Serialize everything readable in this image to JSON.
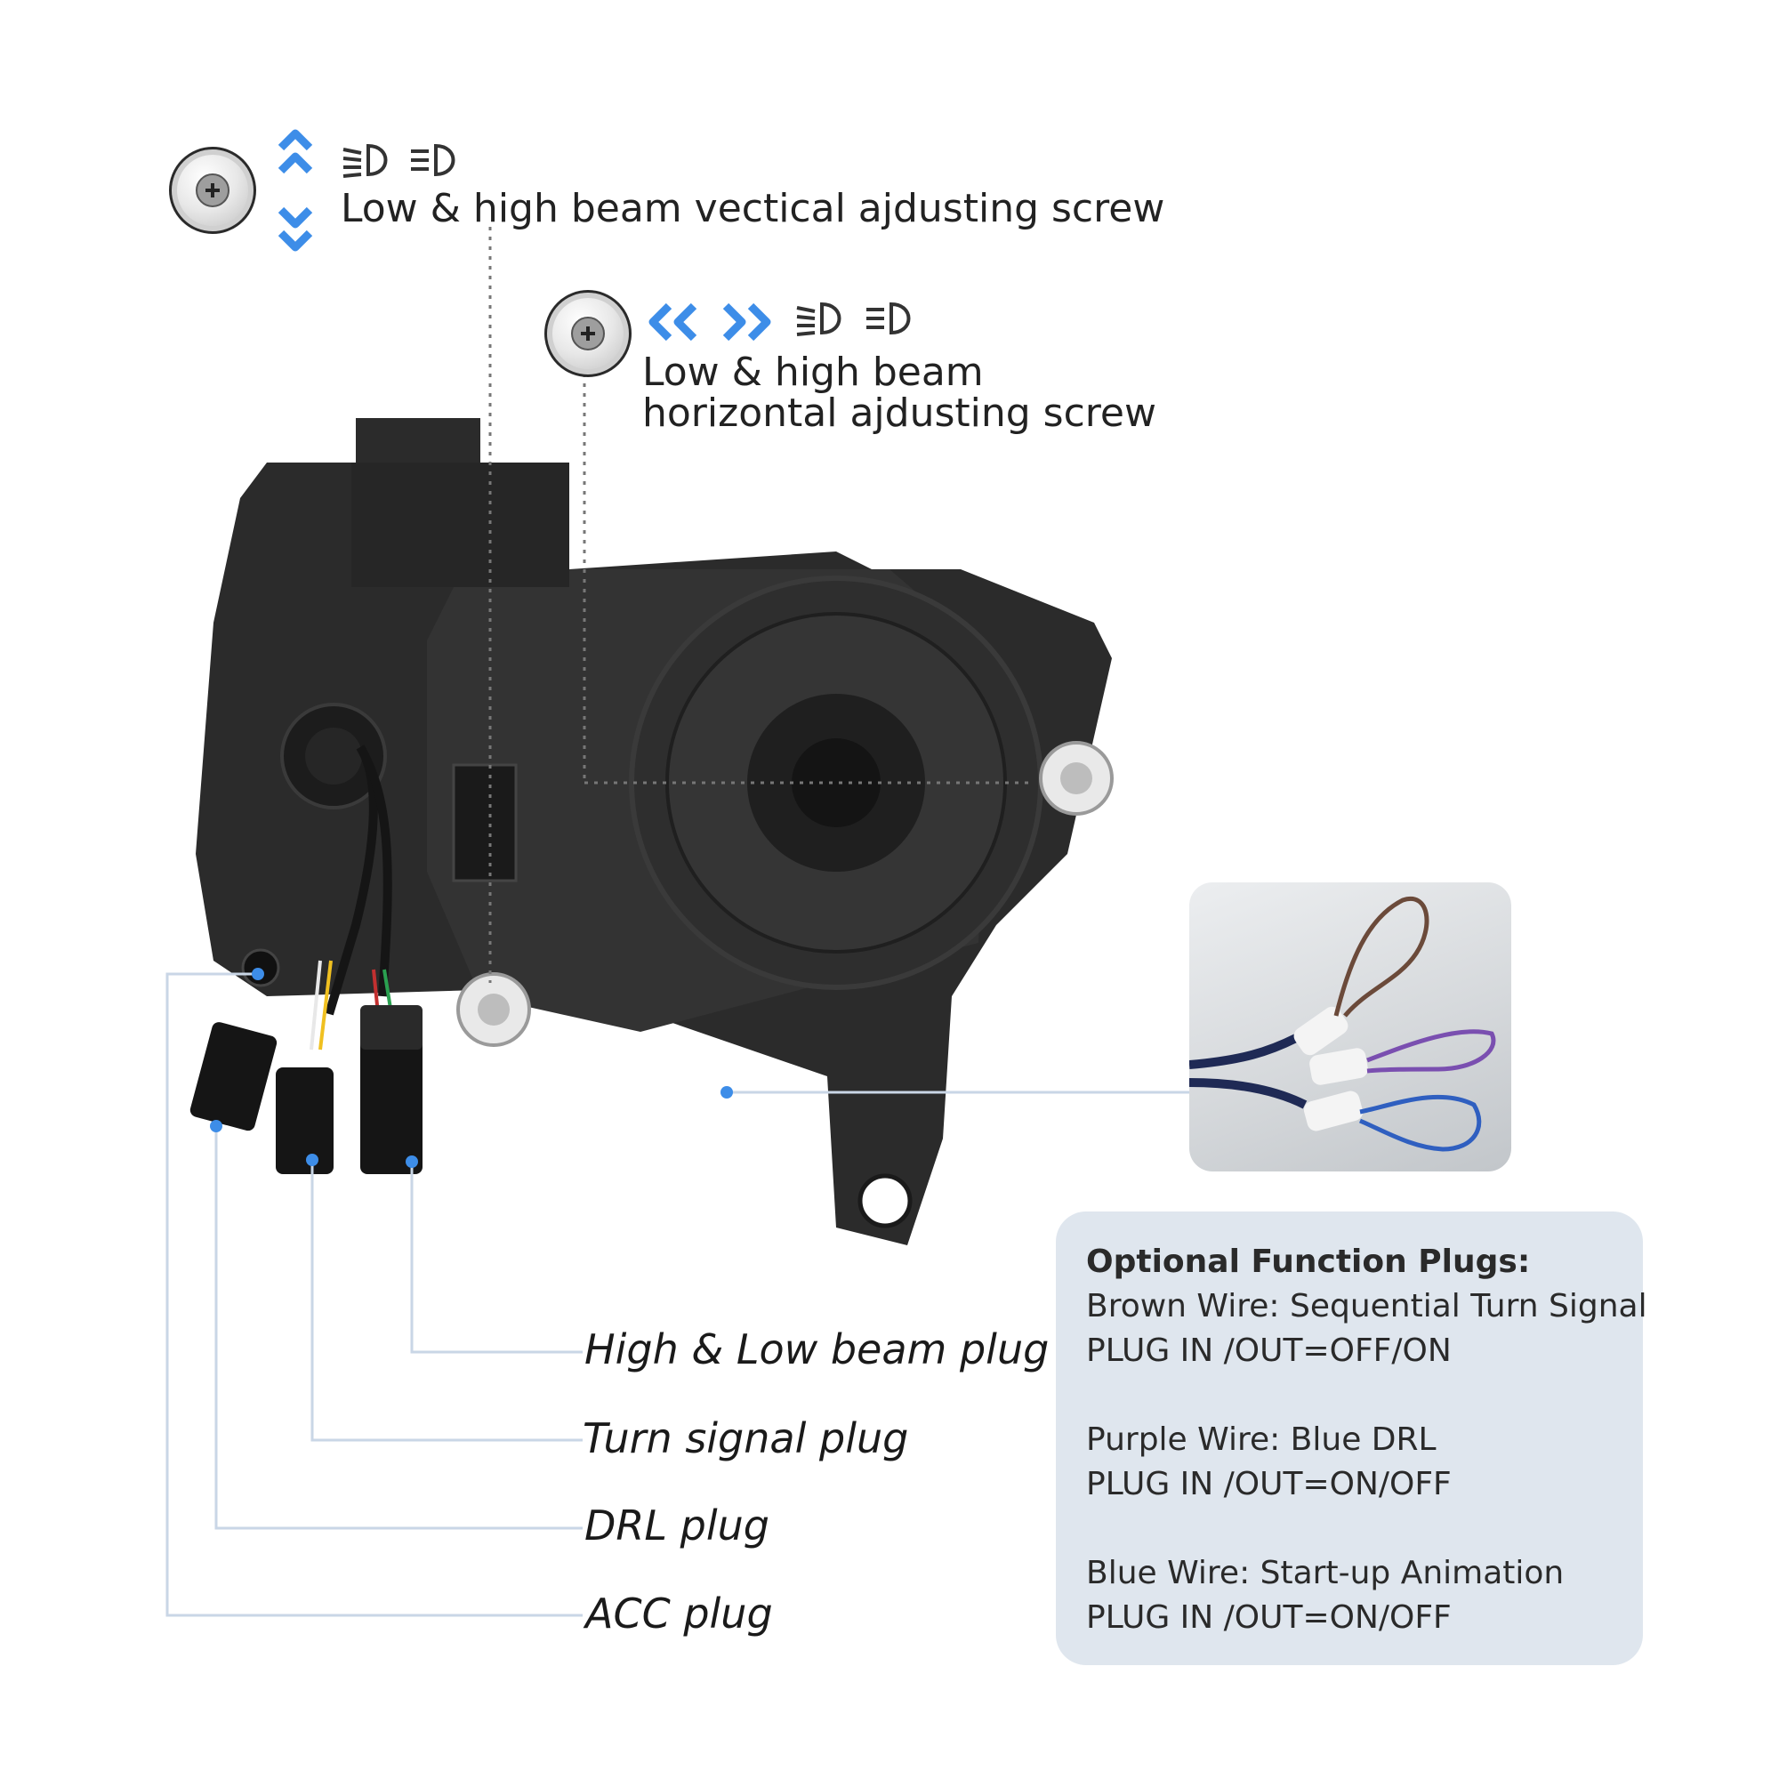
{
  "vertical_screw": {
    "label": "Low & high beam vectical ajdusting screw",
    "icons": [
      "chevron-up-double-icon",
      "chevron-down-double-icon",
      "low-beam-icon",
      "high-beam-icon"
    ]
  },
  "horizontal_screw": {
    "label_line1": "Low & high beam",
    "label_line2": "horizontal ajdusting screw",
    "icons": [
      "chevron-left-double-icon",
      "chevron-right-double-icon",
      "low-beam-icon",
      "high-beam-icon"
    ]
  },
  "plugs": {
    "high_low": "High & Low beam plug",
    "turn": "Turn signal plug",
    "drl": "DRL plug",
    "acc": "ACC plug"
  },
  "optional": {
    "title": "Optional Function Plugs:",
    "brown_line1": "Brown Wire: Sequential Turn Signal",
    "brown_line2": "PLUG IN /OUT=OFF/ON",
    "purple_line1": "Purple Wire: Blue DRL",
    "purple_line2": "PLUG IN /OUT=ON/OFF",
    "blue_line1": "Blue Wire: Start-up Animation",
    "blue_line2": "PLUG IN /OUT=ON/OFF"
  },
  "colors": {
    "accent_blue": "#3d8de8",
    "leader_line": "#c9d6e6",
    "info_box": "#dfe6ee",
    "housing": "#2b2b2b",
    "brown_wire": "#6b4a3a",
    "purple_wire": "#7a4fb0",
    "blue_wire": "#2f5fc0"
  }
}
